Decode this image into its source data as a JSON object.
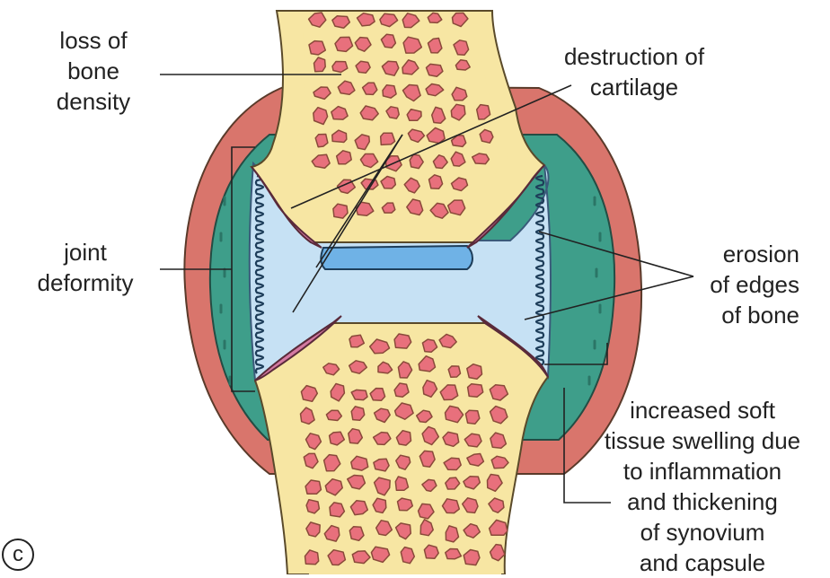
{
  "labels": {
    "bone_density": [
      "loss of",
      "bone",
      "density"
    ],
    "cartilage": [
      "destruction of",
      "cartilage"
    ],
    "deformity": [
      "joint",
      "deformity"
    ],
    "erosion": [
      "erosion",
      "of edges",
      "of bone"
    ],
    "swelling": [
      "increased soft",
      "tissue swelling due",
      "to inflammation",
      "and thickening",
      "of synovium",
      "and capsule"
    ]
  },
  "panel_letter": "c",
  "colors": {
    "bone_outer": "#f7e6a3",
    "marrow_cell": "#e8707c",
    "marrow_outline": "#8a4a3a",
    "cartilage": "#d47aa2",
    "synovial_fluid": "#c6e1f4",
    "joint_space": "#6fb2e6",
    "synovium": "#3e9e8a",
    "capsule": "#d9756c",
    "line": "#222222"
  }
}
